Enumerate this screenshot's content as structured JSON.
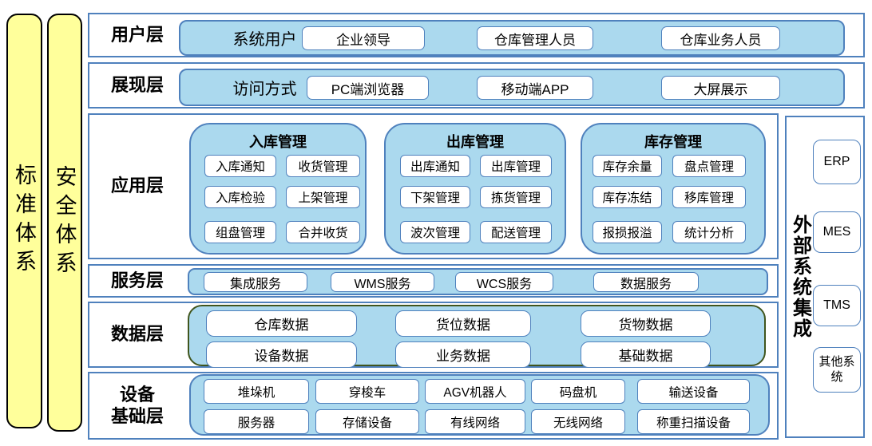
{
  "colors": {
    "border_blue": "#4f81bd",
    "fill_blue": "#abd9ee",
    "data_layer_border": "#40551d",
    "pillar_yellow": "#ffff9b",
    "pillar_border": "#000000",
    "text": "#000000"
  },
  "left_pillars": [
    {
      "label": "标准体系"
    },
    {
      "label": "安全体系"
    }
  ],
  "external": {
    "title": "外部系统集成",
    "systems": [
      "ERP",
      "MES",
      "TMS",
      "其他系统"
    ]
  },
  "layers": {
    "user": {
      "name": "用户层",
      "category": "系统用户",
      "items": [
        "企业领导",
        "仓库管理人员",
        "仓库业务人员"
      ]
    },
    "presentation": {
      "name": "展现层",
      "category": "访问方式",
      "items": [
        "PC端浏览器",
        "移动端APP",
        "大屏展示"
      ]
    },
    "application": {
      "name": "应用层",
      "groups": [
        {
          "title": "入库管理",
          "items": [
            "入库通知",
            "收货管理",
            "入库检验",
            "上架管理",
            "组盘管理",
            "合并收货"
          ]
        },
        {
          "title": "出库管理",
          "items": [
            "出库通知",
            "出库管理",
            "下架管理",
            "拣货管理",
            "波次管理",
            "配送管理"
          ]
        },
        {
          "title": "库存管理",
          "items": [
            "库存余量",
            "盘点管理",
            "库存冻结",
            "移库管理",
            "报损报溢",
            "统计分析"
          ]
        }
      ]
    },
    "service": {
      "name": "服务层",
      "items": [
        "集成服务",
        "WMS服务",
        "WCS服务",
        "数据服务"
      ]
    },
    "data": {
      "name": "数据层",
      "items": [
        "仓库数据",
        "货位数据",
        "货物数据",
        "设备数据",
        "业务数据",
        "基础数据"
      ]
    },
    "device": {
      "name_line1": "设备",
      "name_line2": "基础层",
      "items": [
        "堆垛机",
        "穿梭车",
        "AGV机器人",
        "码盘机",
        "输送设备",
        "服务器",
        "存储设备",
        "有线网络",
        "无线网络",
        "称重扫描设备"
      ]
    }
  }
}
